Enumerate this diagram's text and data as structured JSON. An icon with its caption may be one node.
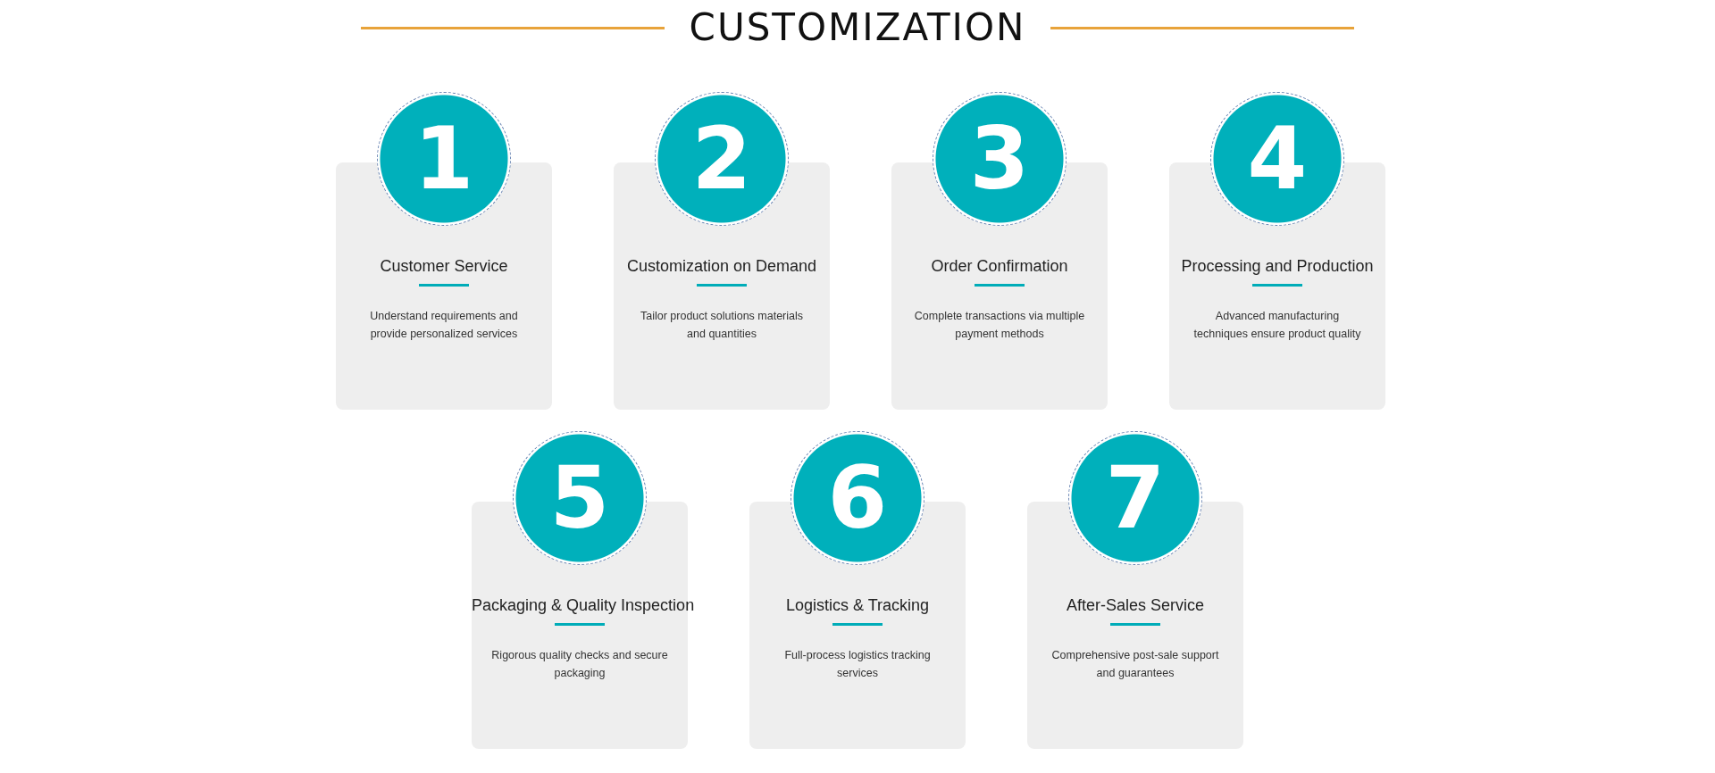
{
  "diagram": {
    "title": "CUSTOMIZATION",
    "nodes": [
      {
        "text": [
          "1"
        ]
      },
      {
        "text": [
          "Customer Service",
          "Understand requirements and provide personalized services"
        ]
      },
      {
        "text": [
          "2"
        ]
      },
      {
        "text": [
          "Customization on Demand",
          "Tailor product solutions materials and quantities"
        ]
      },
      {
        "text": [
          "3"
        ]
      },
      {
        "text": [
          "Order Confirmation",
          "Complete transactions via multiple payment methods"
        ]
      },
      {
        "text": [
          "4"
        ]
      },
      {
        "text": [
          "Processing and Production",
          "Advanced manufacturing techniques ensure product quality"
        ]
      },
      {
        "text": [
          "5"
        ]
      },
      {
        "text": [
          "Packaging & Quality Inspection",
          "Rigorous quality checks and secure packaging"
        ]
      },
      {
        "text": [
          "6"
        ]
      },
      {
        "text": [
          "Logistics & Tracking",
          "Full-process logistics tracking services"
        ]
      },
      {
        "text": [
          "7"
        ]
      },
      {
        "text": [
          "After-Sales Service",
          "Comprehensive post-sale support and guarantees"
        ]
      }
    ]
  }
}
